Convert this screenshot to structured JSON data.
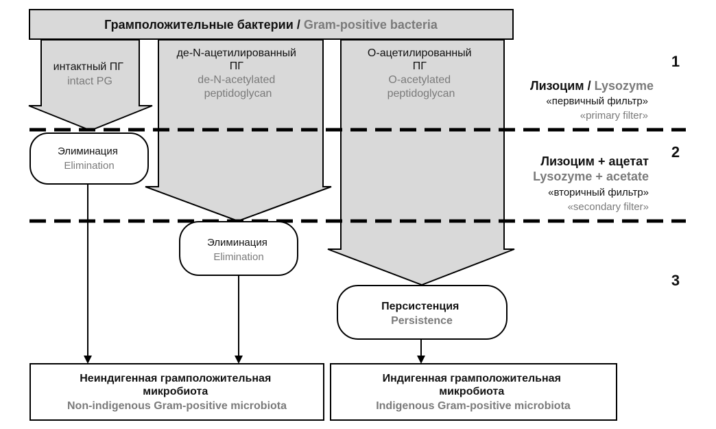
{
  "colors": {
    "arrow_fill": "#d9d9d9",
    "stroke": "#000000",
    "russian_text": "#111111",
    "english_text": "#7a7a7a"
  },
  "header": {
    "ru": "Грамположительные бактерии",
    "sep": " / ",
    "en": "Gram-positive bacteria"
  },
  "columns": [
    {
      "ru_lines": [
        "интактный ПГ"
      ],
      "en_lines": [
        "intact PG"
      ]
    },
    {
      "ru_lines": [
        "де-N-ацетилированный",
        "ПГ"
      ],
      "en_lines": [
        "de-N-acetylated",
        "peptidoglycan"
      ]
    },
    {
      "ru_lines": [
        "О-ацетилированный",
        "ПГ"
      ],
      "en_lines": [
        "O-acetylated",
        "peptidoglycan"
      ]
    }
  ],
  "stages": [
    {
      "number": "1",
      "title_ru": "Лизоцим",
      "title_sep": " / ",
      "title_en": "Lysozyme",
      "note_ru": "«первичный фильтр»",
      "note_en": "«primary filter»"
    },
    {
      "number": "2",
      "title_ru": "Лизоцим + ацетат",
      "title_en": "Lysozyme + acetate",
      "note_ru": "«вторичный фильтр»",
      "note_en": "«secondary filter»"
    },
    {
      "number": "3"
    }
  ],
  "outcomes": {
    "elimination_1": {
      "ru": "Элиминация",
      "en": "Elimination"
    },
    "elimination_2": {
      "ru": "Элиминация",
      "en": "Elimination"
    },
    "persistence": {
      "ru": "Персистенция",
      "en": "Persistence"
    }
  },
  "results": {
    "non_indigenous": {
      "ru_lines": [
        "Неиндигенная грамположительная",
        "микробиота"
      ],
      "en": "Non-indigenous Gram-positive microbiota"
    },
    "indigenous": {
      "ru_lines": [
        "Индигенная грамположительная",
        "микробиота"
      ],
      "en": "Indigenous Gram-positive microbiota"
    }
  }
}
